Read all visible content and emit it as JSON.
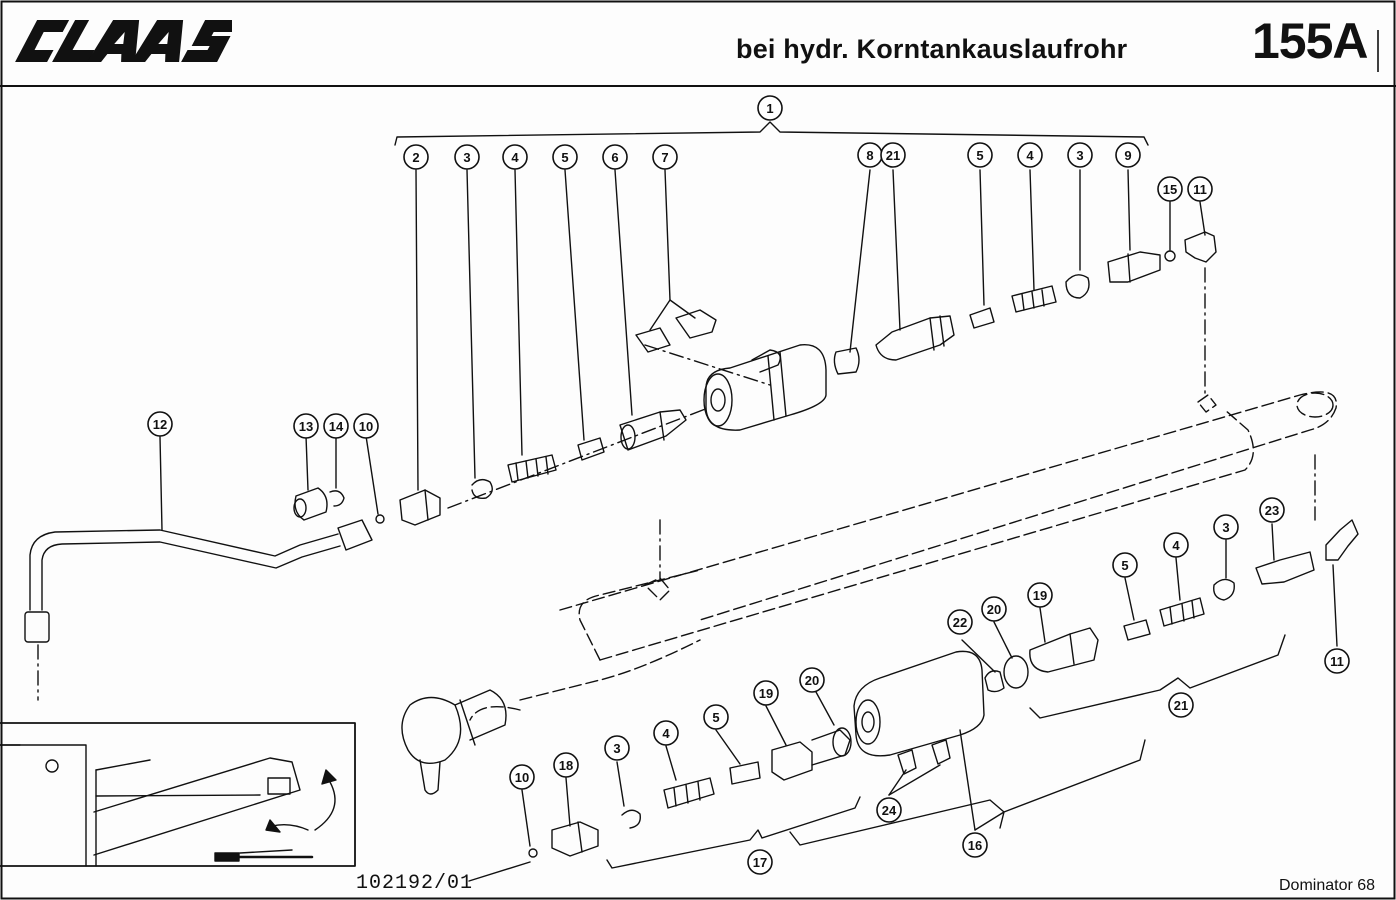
{
  "header": {
    "brand": "CLAAS",
    "title": "bei hydr. Korntankauslaufrohr",
    "page_number": "155A"
  },
  "footer": {
    "drawing_number": "102192/01",
    "model": "Dominator 68"
  },
  "callouts": [
    {
      "label": "1"
    },
    {
      "label": "2"
    },
    {
      "label": "3"
    },
    {
      "label": "4"
    },
    {
      "label": "5"
    },
    {
      "label": "6"
    },
    {
      "label": "7"
    },
    {
      "label": "8"
    },
    {
      "label": "21"
    },
    {
      "label": "5"
    },
    {
      "label": "4"
    },
    {
      "label": "3"
    },
    {
      "label": "9"
    },
    {
      "label": "15"
    },
    {
      "label": "11"
    },
    {
      "label": "12"
    },
    {
      "label": "13"
    },
    {
      "label": "14"
    },
    {
      "label": "10"
    },
    {
      "label": "5"
    },
    {
      "label": "4"
    },
    {
      "label": "3"
    },
    {
      "label": "23"
    },
    {
      "label": "11"
    },
    {
      "label": "22"
    },
    {
      "label": "20"
    },
    {
      "label": "19"
    },
    {
      "label": "21"
    },
    {
      "label": "19"
    },
    {
      "label": "20"
    },
    {
      "label": "5"
    },
    {
      "label": "4"
    },
    {
      "label": "3"
    },
    {
      "label": "10"
    },
    {
      "label": "18"
    },
    {
      "label": "24"
    },
    {
      "label": "16"
    },
    {
      "label": "17"
    }
  ]
}
